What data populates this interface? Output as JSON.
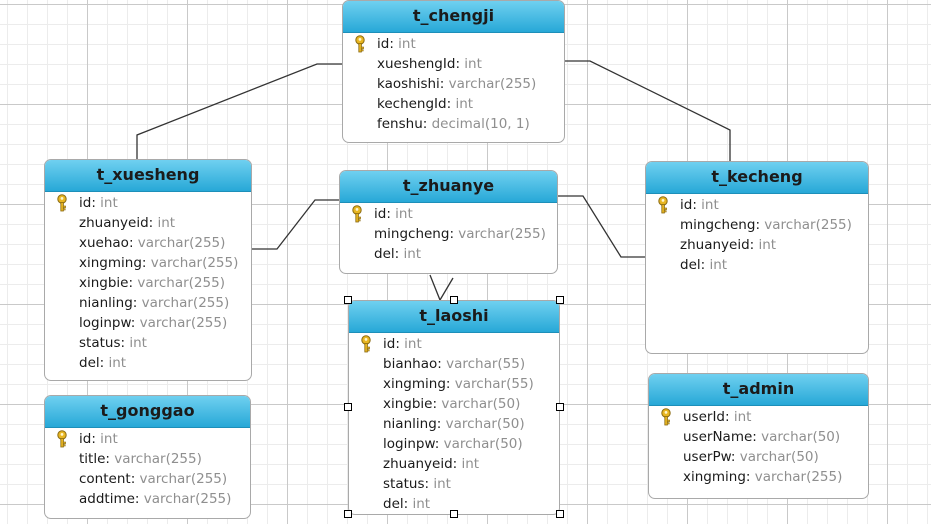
{
  "tables": [
    {
      "name": "t_chengji",
      "fields": [
        {
          "name": "id",
          "type": "int",
          "pk": true
        },
        {
          "name": "xueshengId",
          "type": "int"
        },
        {
          "name": "kaoshishi",
          "type": "varchar(255)"
        },
        {
          "name": "kechengId",
          "type": "int"
        },
        {
          "name": "fenshu",
          "type": "decimal(10, 1)"
        }
      ]
    },
    {
      "name": "t_xuesheng",
      "fields": [
        {
          "name": "id",
          "type": "int",
          "pk": true
        },
        {
          "name": "zhuanyeid",
          "type": "int"
        },
        {
          "name": "xuehao",
          "type": "varchar(255)"
        },
        {
          "name": "xingming",
          "type": "varchar(255)"
        },
        {
          "name": "xingbie",
          "type": "varchar(255)"
        },
        {
          "name": "nianling",
          "type": "varchar(255)"
        },
        {
          "name": "loginpw",
          "type": "varchar(255)"
        },
        {
          "name": "status",
          "type": "int"
        },
        {
          "name": "del",
          "type": "int"
        }
      ]
    },
    {
      "name": "t_zhuanye",
      "fields": [
        {
          "name": "id",
          "type": "int",
          "pk": true
        },
        {
          "name": "mingcheng",
          "type": "varchar(255)"
        },
        {
          "name": "del",
          "type": "int"
        }
      ]
    },
    {
      "name": "t_kecheng",
      "fields": [
        {
          "name": "id",
          "type": "int",
          "pk": true
        },
        {
          "name": "mingcheng",
          "type": "varchar(255)"
        },
        {
          "name": "zhuanyeid",
          "type": "int"
        },
        {
          "name": "del",
          "type": "int"
        }
      ]
    },
    {
      "name": "t_laoshi",
      "fields": [
        {
          "name": "id",
          "type": "int",
          "pk": true
        },
        {
          "name": "bianhao",
          "type": "varchar(55)"
        },
        {
          "name": "xingming",
          "type": "varchar(55)"
        },
        {
          "name": "xingbie",
          "type": "varchar(50)"
        },
        {
          "name": "nianling",
          "type": "varchar(50)"
        },
        {
          "name": "loginpw",
          "type": "varchar(50)"
        },
        {
          "name": "zhuanyeid",
          "type": "int"
        },
        {
          "name": "status",
          "type": "int"
        },
        {
          "name": "del",
          "type": "int"
        }
      ]
    },
    {
      "name": "t_gonggao",
      "fields": [
        {
          "name": "id",
          "type": "int",
          "pk": true
        },
        {
          "name": "title",
          "type": "varchar(255)"
        },
        {
          "name": "content",
          "type": "varchar(255)"
        },
        {
          "name": "addtime",
          "type": "varchar(255)"
        }
      ]
    },
    {
      "name": "t_admin",
      "fields": [
        {
          "name": "userId",
          "type": "int",
          "pk": true
        },
        {
          "name": "userName",
          "type": "varchar(50)"
        },
        {
          "name": "userPw",
          "type": "varchar(50)"
        },
        {
          "name": "xingming",
          "type": "varchar(255)"
        }
      ]
    }
  ],
  "relationships": [
    {
      "from": "t_xuesheng",
      "to": "t_chengji"
    },
    {
      "from": "t_kecheng",
      "to": "t_chengji"
    },
    {
      "from": "t_xuesheng",
      "to": "t_zhuanye"
    },
    {
      "from": "t_kecheng",
      "to": "t_zhuanye"
    },
    {
      "from": "t_laoshi",
      "to": "t_zhuanye"
    }
  ],
  "selected_table": "t_laoshi",
  "colors": {
    "header_top": "#6fd0f0",
    "header_bottom": "#27a8d7",
    "key_gold": "#e8b622",
    "type_text": "#8f8f8f",
    "wire": "#333333"
  }
}
